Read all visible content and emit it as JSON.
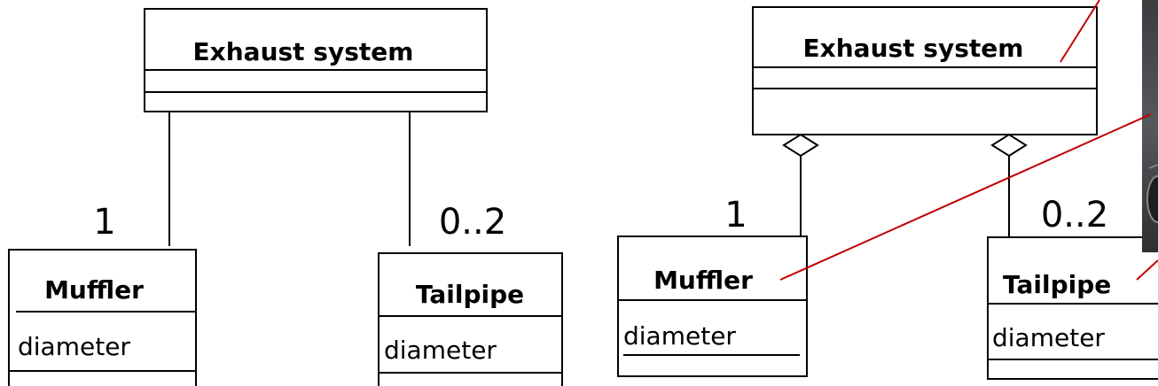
{
  "left_diagram": {
    "whole_class": {
      "name": "Exhaust system"
    },
    "part_muffler": {
      "name": "Muffler",
      "attribute": "diameter",
      "multiplicity": "1"
    },
    "part_tailpipe": {
      "name": "Tailpipe",
      "attribute": "diameter",
      "multiplicity": "0..2"
    }
  },
  "right_diagram": {
    "whole_class": {
      "name": "Exhaust system"
    },
    "part_muffler": {
      "name": "Muffler",
      "attribute": "diameter",
      "multiplicity": "1"
    },
    "part_tailpipe": {
      "name": "Tailpipe",
      "attribute": "diameter",
      "multiplicity": "0..2"
    },
    "relationship": "aggregation",
    "annotation_color": "#c00000"
  }
}
